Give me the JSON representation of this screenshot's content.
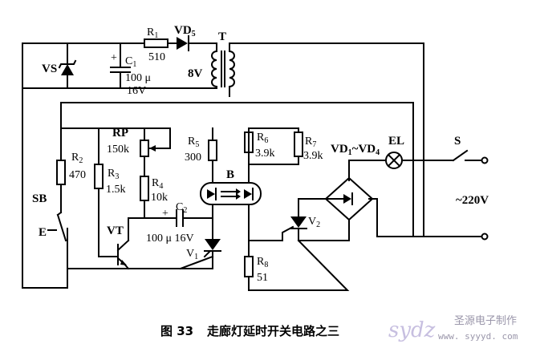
{
  "labels": {
    "R1": "R",
    "R1_sub": "1",
    "R1_val": "510",
    "VD5": "VD",
    "VD5_sub": "5",
    "T": "T",
    "T_volt": "8V",
    "VS": "VS",
    "C1": "C",
    "C1_sub": "1",
    "C1_plus": "+",
    "C1_val1": "100 μ",
    "C1_val2": "16V",
    "R2": "R",
    "R2_sub": "2",
    "R2_val": "470",
    "SB": "SB",
    "E": "E",
    "RP": "RP",
    "RP_val": "150k",
    "R3": "R",
    "R3_sub": "3",
    "R3_val": "1.5k",
    "R4": "R",
    "R4_sub": "4",
    "R4_val": "10k",
    "R5": "R",
    "R5_sub": "5",
    "R5_val": "300",
    "VT": "VT",
    "C2": "C",
    "C2_sub": "2",
    "C2_plus": "+",
    "C2_val": "100 μ 16V",
    "V1": "V",
    "V1_sub": "1",
    "B": "B",
    "R6": "R",
    "R6_sub": "6",
    "R6_val": "3.9k",
    "R7": "R",
    "R7_sub": "7",
    "R7_val": "3.9k",
    "R8": "R",
    "R8_sub": "8",
    "R8_val": "51",
    "V2": "V",
    "V2_sub": "2",
    "VD14": "VD",
    "VD14_s1": "1",
    "VD14_mid": "~VD",
    "VD14_s2": "4",
    "EL": "EL",
    "S": "S",
    "mains": "~220V"
  },
  "caption": {
    "figure": "图 33",
    "title": "走廊灯延时开关电路之三"
  },
  "watermark": {
    "logo": "sydz",
    "name": "圣源电子制作",
    "url": "www. syyyd. com"
  }
}
